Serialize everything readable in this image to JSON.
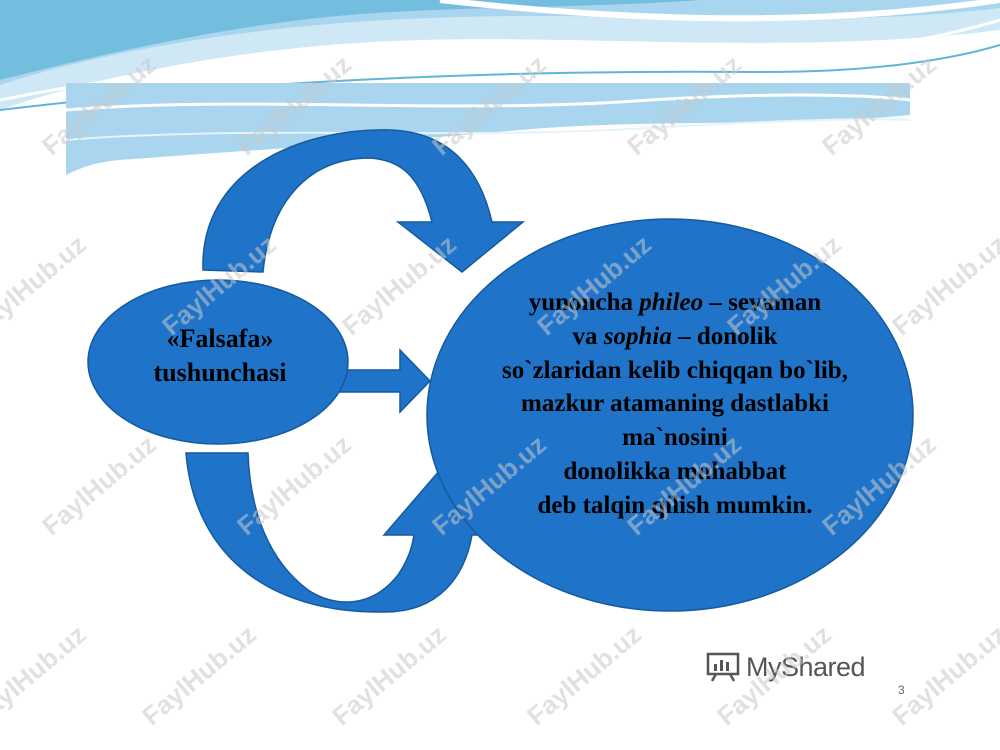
{
  "colors": {
    "shape_blue": "#1f74c9",
    "wave_light": "#a9d6ee",
    "wave_teal": "#61b4d9"
  },
  "diagram": {
    "left_node": {
      "line1": "«Falsafa»",
      "line2": "tushunchasi"
    },
    "right_node": {
      "line1_pre": "yunoncha ",
      "line1_em": "phileo",
      "line1_post": " – sevaman",
      "line2_pre": "va ",
      "line2_em": "sophia",
      "line2_post": "  – donolik",
      "line3": "so`zlaridan  kelib chiqqan  bo`lib,",
      "line4": "mazkur  atamaning dastlabki",
      "line5": "ma`nosini",
      "line6": "donolikka muhabbat",
      "line7": "deb talqin qilish mumkin."
    }
  },
  "logo": {
    "text": "MyShared",
    "icon": "myshared-logo-icon"
  },
  "slide_number": "3",
  "watermark": "FaylHub.uz"
}
